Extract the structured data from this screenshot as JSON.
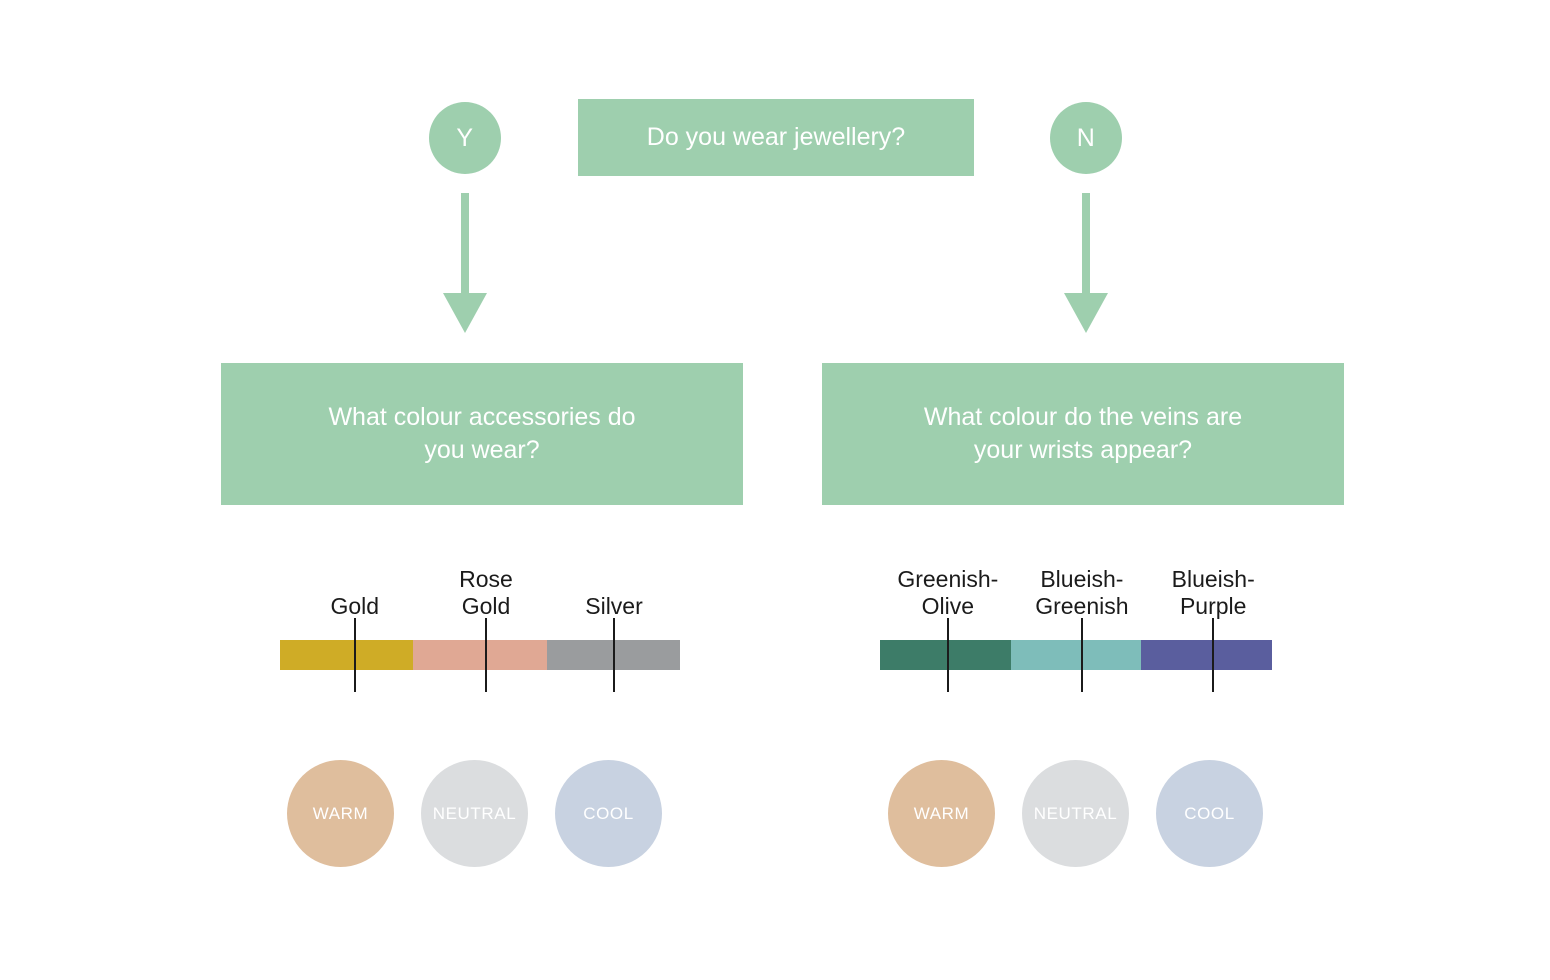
{
  "theme": {
    "background": "#ffffff",
    "accent_green": "#9ECFAE",
    "text_dark": "#1b1b1b",
    "text_light": "#ffffff"
  },
  "root": {
    "question": "Do you wear jewellery?",
    "yes_label": "Y",
    "no_label": "N"
  },
  "branches": [
    {
      "id": "jewellery-yes",
      "question": "What colour accessories do\nyou wear?",
      "scale": {
        "segments": [
          {
            "label": "Gold",
            "color": "#CFAC26"
          },
          {
            "label": "Rose\nGold",
            "color": "#E0A894"
          },
          {
            "label": "Silver",
            "color": "#9A9C9E"
          }
        ]
      },
      "results": [
        {
          "label": "WARM",
          "color": "#DFBE9D"
        },
        {
          "label": "NEUTRAL",
          "color": "#DBDDDF"
        },
        {
          "label": "COOL",
          "color": "#C8D2E1"
        }
      ]
    },
    {
      "id": "jewellery-no",
      "question": "What colour do the veins are\nyour wrists appear?",
      "scale": {
        "segments": [
          {
            "label": "Greenish-\nOlive",
            "color": "#3D7C68"
          },
          {
            "label": "Blueish-\nGreenish",
            "color": "#7EBDBA"
          },
          {
            "label": "Blueish-\nPurple",
            "color": "#5A5E9E"
          }
        ]
      },
      "results": [
        {
          "label": "WARM",
          "color": "#DFBE9D"
        },
        {
          "label": "NEUTRAL",
          "color": "#DBDDDF"
        },
        {
          "label": "COOL",
          "color": "#C8D2E1"
        }
      ]
    }
  ]
}
